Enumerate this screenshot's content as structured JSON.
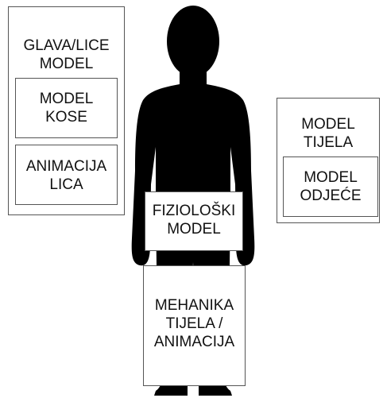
{
  "silhouette": {
    "icon": "human-silhouette-icon",
    "color": "#000000"
  },
  "boxes": {
    "head_face_model": "GLAVA/LICE\nMODEL",
    "hair_model": "MODEL\nKOSE",
    "face_animation": "ANIMACIJA\nLICA",
    "body_model": "MODEL\nTIJELA",
    "clothing_model": "MODEL\nODJEĆE",
    "physiological_model": "FIZIOLOŠKI\nMODEL",
    "body_mechanics_animation": "MEHANIKA\nTIJELA /\nANIMACIJA"
  }
}
